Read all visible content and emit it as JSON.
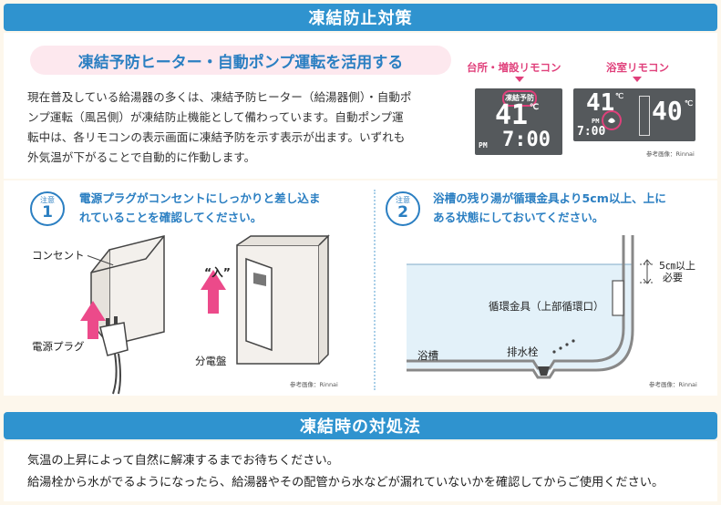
{
  "header": {
    "title": "凍結防止対策"
  },
  "subheading": "凍結予防ヒーター・自動ポンプ運転を活用する",
  "intro": {
    "lines": [
      "現在普及している給湯器の多くは、凍結予防ヒーター（給湯器側）・自動ポ",
      "ンプ運転（風呂側）が凍結防止機能として備わっています。自動ポンプ運",
      "転中は、各リモコンの表示画面に凍結予防を示す表示が出ます。いずれも",
      "外気温が下がることで自動的に作動します。"
    ]
  },
  "remote": {
    "kitchen_label": "台所・増設リモコン",
    "bath_label": "浴室リモコン",
    "kitchen_badge": "凍結予防",
    "kitchen_temp": "41",
    "kitchen_unit": "℃",
    "kitchen_pm": "PM",
    "kitchen_time": "7:00",
    "bath_temp": "41",
    "bath_unit": "℃",
    "bath_pm": "PM",
    "bath_time": "7:00",
    "bath_temp2": "40",
    "bath_unit2": "℃",
    "credit": "参考画像：Rinnai"
  },
  "note1": {
    "badge_small": "注意",
    "badge_num": "1",
    "lines": [
      "電源プラグがコンセントにしっかりと差し込ま",
      "れていることを確認してください。"
    ],
    "label_outlet": "コンセント",
    "label_plug": "電源プラグ",
    "label_on": "“入”",
    "label_panel": "分電盤",
    "credit": "参考画像：Rinnai"
  },
  "note2": {
    "badge_small": "注意",
    "badge_num": "2",
    "lines": [
      "浴槽の残り湯が循環金具より5cm以上、上に",
      "ある状態にしておいてください。"
    ],
    "label_5cm_1": "5㎝以上",
    "label_5cm_2": "必要",
    "label_fitting": "循環金具（上部循環口）",
    "label_drain": "排水栓",
    "label_tub": "浴槽",
    "credit": "参考画像：Rinnai"
  },
  "footer": {
    "title": "凍結時の対処法",
    "lines": [
      "気温の上昇によって自然に解凍するまでお待ちください。",
      "給湯栓から水がでるようになったら、給湯器やその配管から水などが漏れていないかを確認してからご使用ください。"
    ]
  },
  "colors": {
    "header_blue": "#2f93cf",
    "accent_pink": "#e0407b",
    "text_blue": "#2b7fc2",
    "water": "#e3f1f9"
  }
}
